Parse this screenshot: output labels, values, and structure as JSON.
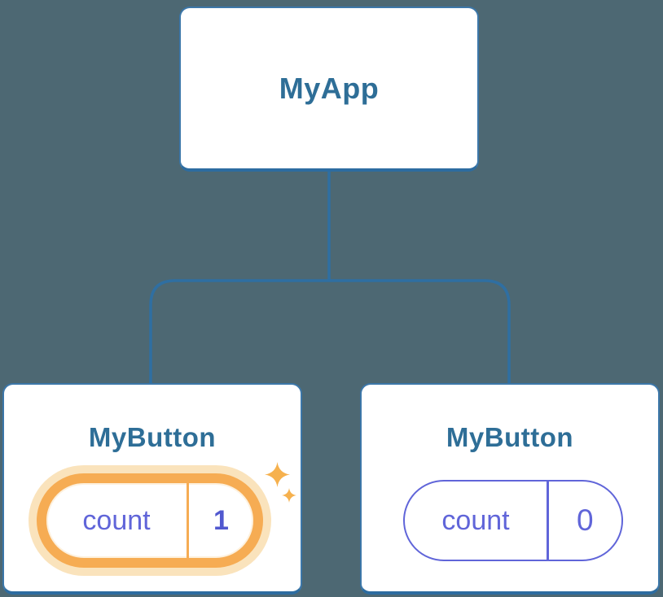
{
  "diagram": {
    "description": "React component tree with isolated state",
    "background_color": "#4D6873",
    "node_fill": "#FFFFFF",
    "node_border_color": "#3C77A9",
    "node_border_bottom_color": "#2D6CA0",
    "connector_color": "#2F6FA2",
    "title_text_color": "#2E6E97",
    "state_text_color": "#6065D9",
    "state_value_highlight_color": "#5158CF",
    "highlight_ring_color": "#F6AC53",
    "highlight_halo_color": "#FAE3BC",
    "sparkle_color": "#F6B14E"
  },
  "tree": {
    "root": {
      "label": "MyApp"
    },
    "children": [
      {
        "label": "MyButton",
        "state": {
          "key": "count",
          "value": "1"
        },
        "highlighted": true
      },
      {
        "label": "MyButton",
        "state": {
          "key": "count",
          "value": "0"
        },
        "highlighted": false
      }
    ]
  }
}
